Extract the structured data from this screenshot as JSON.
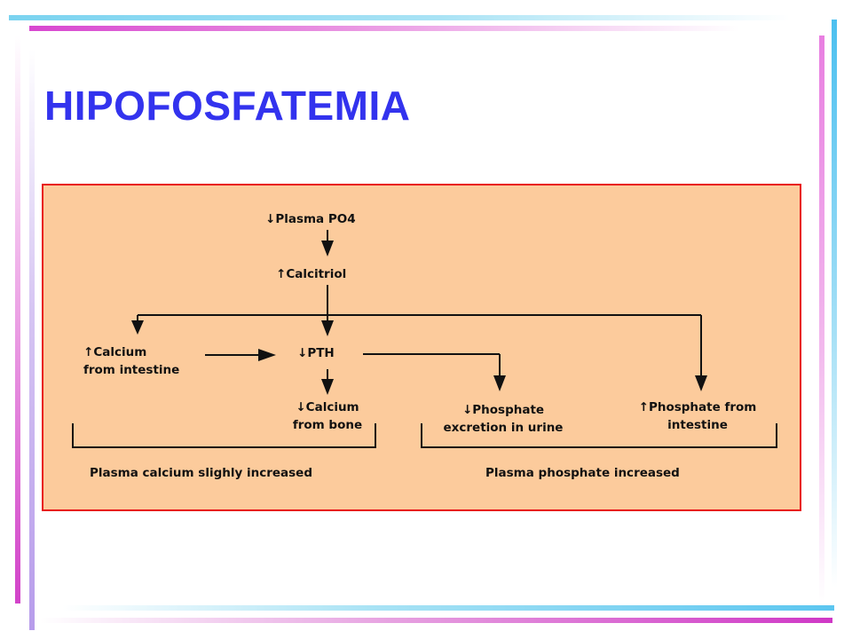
{
  "title": "HIPOFOSFATEMIA",
  "colors": {
    "title": "#3333ee",
    "diagram_background": "#fccb9c",
    "diagram_border": "#e8141a",
    "line": "#111111"
  },
  "diagram": {
    "plasma_po4": {
      "arrow": "↓",
      "text": "Plasma PO4"
    },
    "calcitriol": {
      "arrow": "↑",
      "text": "Calcitriol"
    },
    "calcium_intestine": {
      "arrow": "↑",
      "line1": "Calcium",
      "line2": "from intestine"
    },
    "pth": {
      "arrow": "↓",
      "text": "PTH"
    },
    "calcium_bone": {
      "arrow": "↓",
      "line1": "Calcium",
      "line2": "from bone"
    },
    "phosphate_urine": {
      "arrow": "↓",
      "line1": "Phosphate",
      "line2": "excretion in urine"
    },
    "phosphate_intestine": {
      "arrow": "↑",
      "line1": "Phosphate from",
      "line2": "intestine"
    },
    "summary_left": "Plasma calcium slighly increased",
    "summary_right": "Plasma phosphate increased"
  }
}
